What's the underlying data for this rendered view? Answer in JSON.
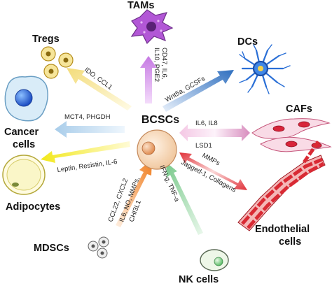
{
  "center": {
    "label": "BCSCs"
  },
  "nodes": {
    "tams": "TAMs",
    "tregs": "Tregs",
    "dcs": "DCs",
    "cancer": [
      "Cancer",
      "cells"
    ],
    "cafs": "CAFs",
    "adipocytes": "Adipocytes",
    "endothelial": [
      "Endothelial",
      "cells"
    ],
    "mdscs": "MDSCs",
    "nk": "NK cells"
  },
  "arrows": {
    "tams": [
      "CD47, IL6,",
      "IL10, PGE2"
    ],
    "tregs": "IDO, CCL1",
    "dcs": "Wnt5a, GCSFs",
    "cancer": "MCT4, PHGDH",
    "cafs_top": "IL6, IL8",
    "cafs_bottom": "LSD1",
    "adipocytes": "Leptin, Resistin, IL-6",
    "endothelial": [
      "MMPs",
      "Jagged-1, Collagens"
    ],
    "mdscs": [
      "CCL22, CXCL2",
      "IL6, NO, MMPs,",
      "CHI3L1"
    ],
    "nk": [
      "IFN-g, TNF-a"
    ]
  },
  "colors": {
    "tams": "#c679e3",
    "tregs": "#f3dc7a",
    "dcs": "#2f6fbf",
    "cancer": "#a9cdea",
    "cafs": "#d88dbe",
    "adipocytes": "#f2e81a",
    "endothelial": "#e0323a",
    "mdscs": "#f07e20",
    "nk": "#79c98b"
  }
}
